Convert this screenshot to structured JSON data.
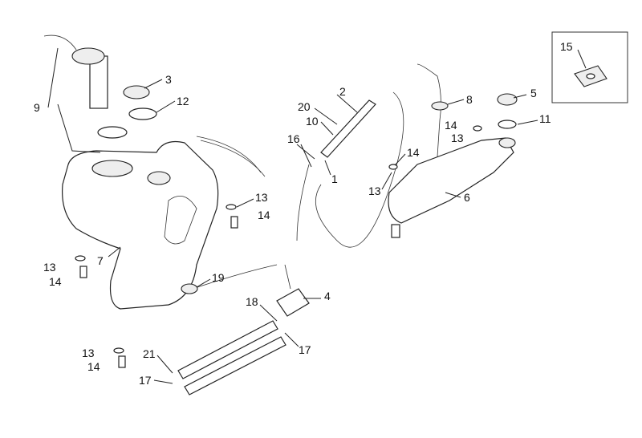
{
  "diagram": {
    "inset_label": "15",
    "callouts": [
      "15",
      "3",
      "12",
      "9",
      "2",
      "20",
      "10",
      "16",
      "1",
      "8",
      "5",
      "11",
      "14",
      "13",
      "14",
      "13",
      "6",
      "13",
      "14",
      "7",
      "13",
      "14",
      "19",
      "4",
      "18",
      "17",
      "13",
      "21",
      "14",
      "17"
    ]
  }
}
